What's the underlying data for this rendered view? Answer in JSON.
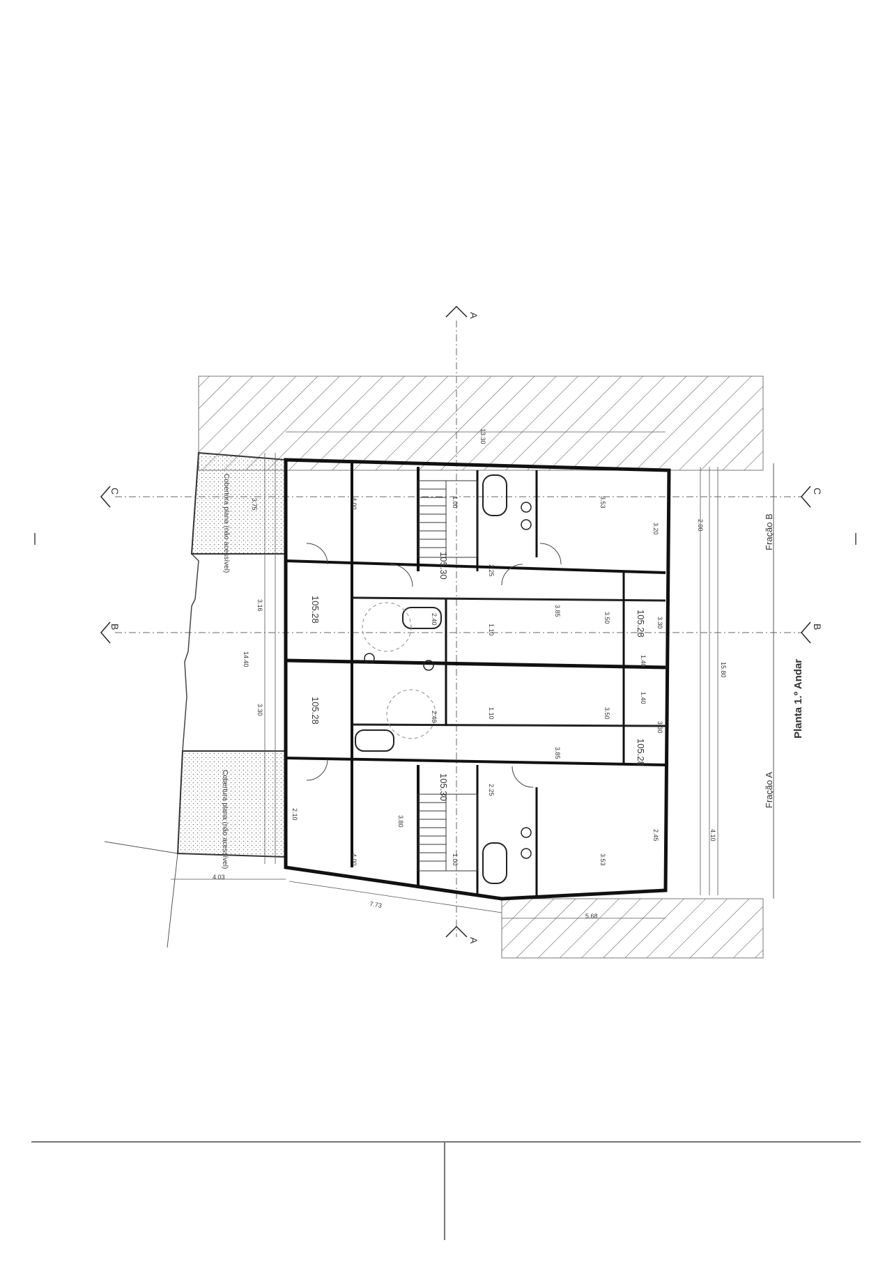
{
  "drawing": {
    "title": "Planta 1.º Andar",
    "fraction_a": "Fração A",
    "fraction_b": "Fração B",
    "section_a": "A",
    "section_b": "B",
    "section_c": "C",
    "roof_label_top": "Cobertura plana (não acessível)",
    "roof_label_bottom": "Cobertura plana (não acessível)",
    "room_areas": {
      "upper_left": "105.28",
      "lower_left": "105.28",
      "upper_mid": "105.30",
      "lower_mid": "105.30",
      "upper_right": "105.28",
      "lower_right": "105.28"
    },
    "dimensions": {
      "overall_height": "15.80",
      "overall_inner": "14.40",
      "top_width": "13.30",
      "bottom_width": "7.73",
      "left_ext": "4.03",
      "right_ext": "5.68",
      "d1": "3.16",
      "d2": "3.30",
      "d3": "4.00",
      "d4": "3.50",
      "d5": "3.85",
      "d6": "2.00",
      "d7": "3.30",
      "d8": "1.40",
      "d9": "4.10",
      "d10": "3.53",
      "d11": "2.45",
      "d12": "1.00",
      "d13": "2.10",
      "d14": "3.80",
      "d15": "2.25",
      "d16": "1.10",
      "d17": "2.40",
      "d18": "3.75",
      "d19": "3.20",
      "d20": "3.50"
    }
  }
}
